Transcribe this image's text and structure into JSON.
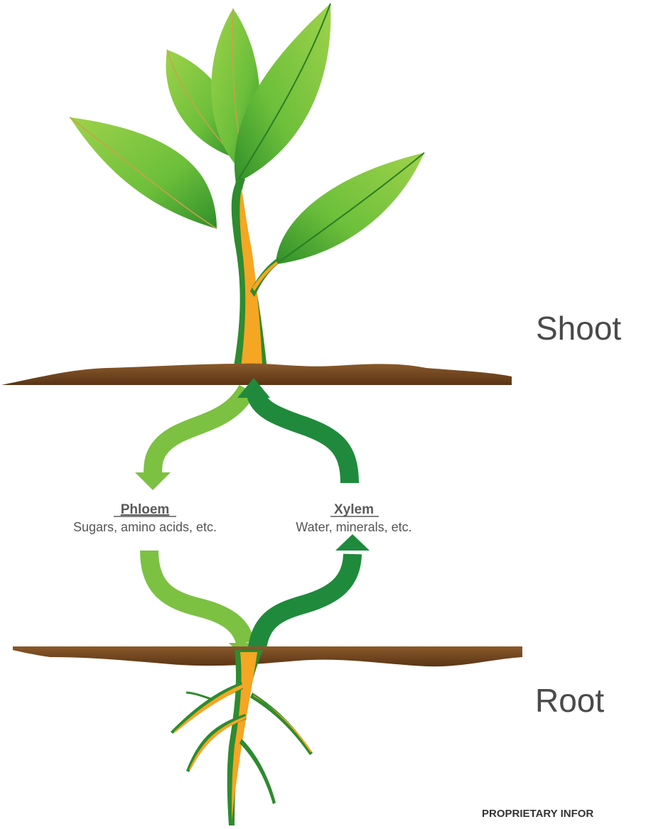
{
  "labels": {
    "shoot": "Shoot",
    "root": "Root",
    "phloem_title": "Phloem",
    "phloem_desc": "Sugars, amino acids, etc.",
    "xylem_title": "Xylem",
    "xylem_desc": "Water, minerals, etc.",
    "footer": "PROPRIETARY INFOR"
  },
  "colors": {
    "leaf_light": "#8cc63f",
    "leaf_dark": "#3a9a2a",
    "phloem_arrow": "#7cc142",
    "xylem_arrow": "#1f8a3c",
    "stem_core": "#f5a623",
    "stem_edge": "#2e8b2e",
    "soil": "#6b3f1d"
  }
}
